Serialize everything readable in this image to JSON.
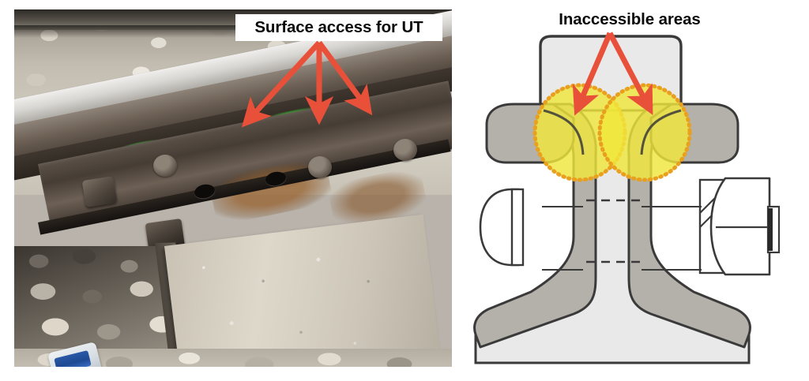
{
  "figure": {
    "title": "Rail joint ultrasonic testing coverage comparison",
    "panels": [
      {
        "id": "photo",
        "kind": "photograph",
        "subject": "bolted rail joint with joint bar on ballasted track"
      },
      {
        "id": "diagram",
        "kind": "cross-section-drawing",
        "subject": "rail cross section with joint bars and bolt"
      }
    ]
  },
  "annotations": {
    "left": {
      "label": "Surface access for UT",
      "arrow_count": 3,
      "arrow_color": "#E8503A",
      "targets": [
        "rail head running surface",
        "rail head gauge side",
        "rail head field side"
      ]
    },
    "right": {
      "label": "Inaccessible areas",
      "arrow_count": 2,
      "arrow_color": "#E8503A",
      "targets": [
        "left head-web fillet",
        "right head-web fillet"
      ]
    }
  },
  "diagram": {
    "colors": {
      "rail_fill": "#E9E9E9",
      "joint_bar_fill": "#B4B0AA",
      "outline": "#3A3A3A",
      "highlight_fill": "#F0E63C",
      "highlight_border": "#E8A01E",
      "arrow": "#E8503A",
      "background": "#FFFFFF"
    },
    "parts": [
      {
        "name": "rail-head",
        "fill": "rail_fill"
      },
      {
        "name": "rail-web",
        "fill": "rail_fill"
      },
      {
        "name": "rail-base",
        "fill": "rail_fill"
      },
      {
        "name": "joint-bar-left",
        "fill": "joint_bar_fill"
      },
      {
        "name": "joint-bar-right",
        "fill": "joint_bar_fill"
      },
      {
        "name": "track-bolt",
        "fill": "rail_fill"
      },
      {
        "name": "hex-nut",
        "fill": "rail_fill"
      },
      {
        "name": "bolt-head",
        "fill": "rail_fill"
      },
      {
        "name": "washer",
        "fill": "rail_fill"
      }
    ],
    "highlight_regions": [
      {
        "name": "inaccessible-area-left",
        "shape": "ellipse",
        "style": "dotted-outline"
      },
      {
        "name": "inaccessible-area-right",
        "shape": "ellipse",
        "style": "dotted-outline"
      }
    ]
  },
  "photo": {
    "elements": [
      {
        "name": "running-rail",
        "description": "rail head and web running diagonally"
      },
      {
        "name": "joint-bar",
        "description": "bolted angle bar spanning the rail joint"
      },
      {
        "name": "bolt-hole",
        "count": 2
      },
      {
        "name": "joint-bolt",
        "count": 3
      },
      {
        "name": "rail-clip"
      },
      {
        "name": "concrete-tie"
      },
      {
        "name": "ballast"
      },
      {
        "name": "green-paint-mark"
      },
      {
        "name": "plastic-bottle-litter"
      }
    ]
  }
}
